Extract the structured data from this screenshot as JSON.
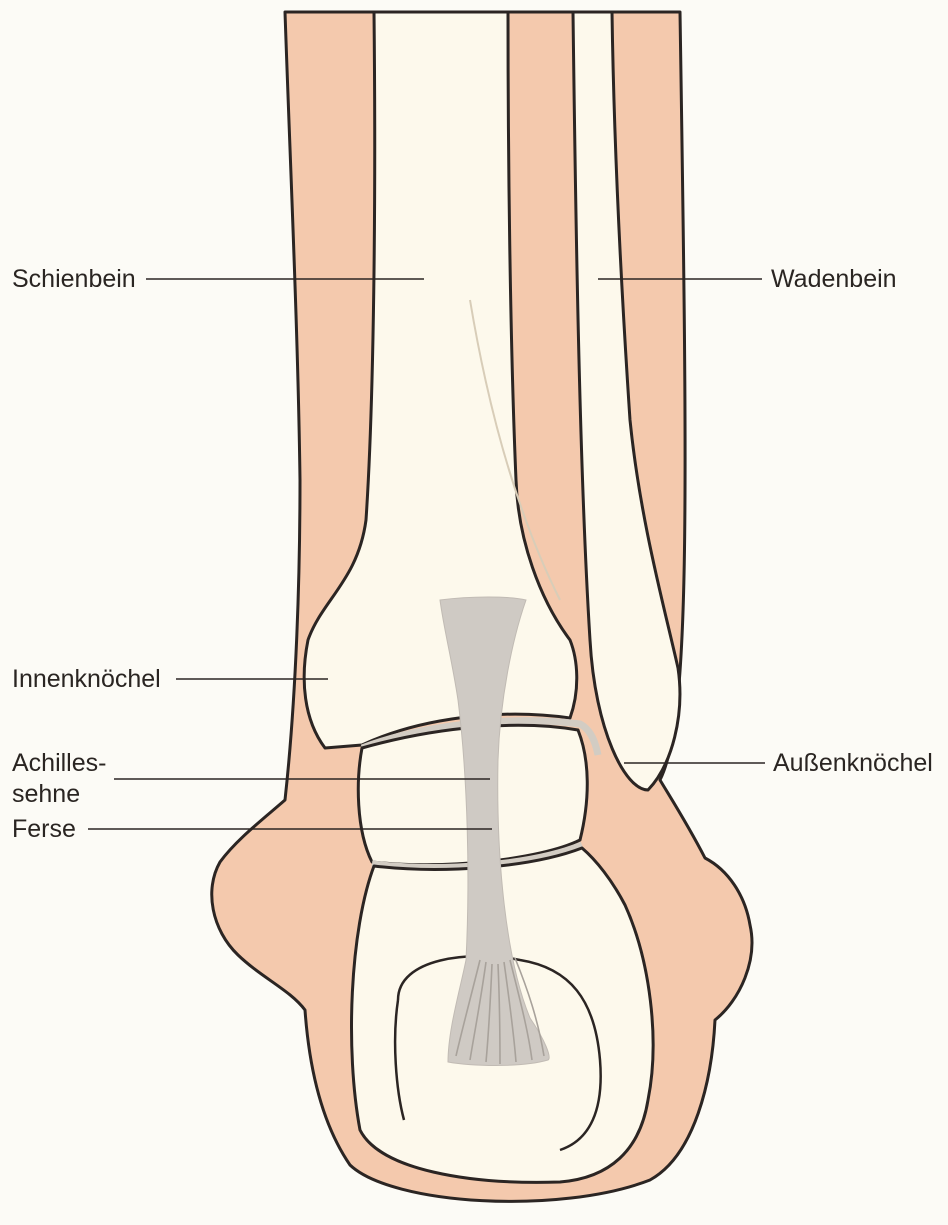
{
  "labels": {
    "schienbein": "Schienbein",
    "wadenbein": "Wadenbein",
    "innenknoechel": "Innenknöchel",
    "achillessehne_line1": "Achilles-",
    "achillessehne_line2": "sehne",
    "aussenknoechel": "Außenknöchel",
    "ferse": "Ferse"
  },
  "colors": {
    "skin": "#f4c9ad",
    "bone": "#fdf9ec",
    "tendon": "#cfcac4",
    "outline": "#2b2523",
    "background": "#fcfbf6"
  }
}
